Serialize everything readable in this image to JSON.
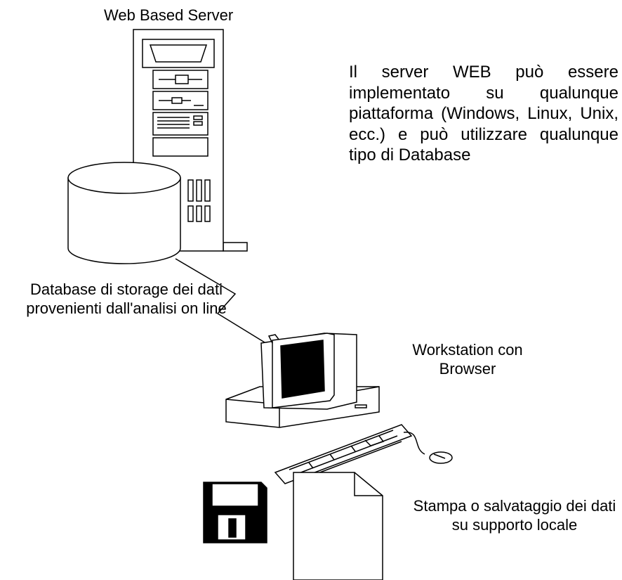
{
  "server": {
    "label": "Web Based Server"
  },
  "database": {
    "caption": "Database di storage dei dati provenienti dall'analisi on line"
  },
  "workstation": {
    "caption": "Workstation con Browser"
  },
  "description": {
    "text": "Il server WEB può essere implementato su qualunque piattaforma (Windows, Linux, Unix, ecc.) e può utilizzare qualunque tipo di Database"
  },
  "output": {
    "caption": "Stampa o salvataggio dei dati su supporto locale"
  },
  "colors": {
    "line": "#000000",
    "fill": "#ffffff",
    "screen": "#000000"
  }
}
